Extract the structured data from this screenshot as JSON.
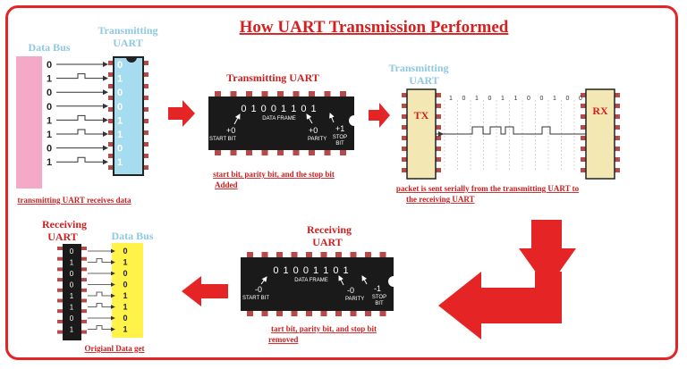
{
  "title": "How UART Transmission Performed",
  "colors": {
    "accent": "#e52525",
    "label_blue": "#8fc8e0",
    "bus_pink": "#f4a9c7",
    "chip_blue": "#a6dcef",
    "chip_yellow": "#fff34a",
    "chip_beige": "#f3e7b4"
  },
  "panel1": {
    "data_bus_label": "Data Bus",
    "uart_label_1": "Transmitting",
    "uart_label_2": "UART",
    "bits": [
      "0",
      "1",
      "0",
      "0",
      "1",
      "1",
      "0",
      "1"
    ],
    "caption": "transmitting UART receives data"
  },
  "panel2": {
    "uart_label": "Transmitting UART",
    "frame_bits": "0 1 0 0 1 1 0 1",
    "frame_label": "DATA FRAME",
    "start_value": "+0",
    "start_label": "START BIT",
    "parity_value": "+0",
    "parity_label": "PARITY",
    "stop_value": "+1",
    "stop_label_1": "STOP",
    "stop_label_2": "BIT",
    "caption_1": "start bit, parity bit, and the stop bit",
    "caption_2": "Added"
  },
  "panel3": {
    "uart_label_1": "Transmitting",
    "uart_label_2": "UART",
    "tx_label": "TX",
    "rx_label": "RX",
    "serial_bits": [
      "1",
      "0",
      "1",
      "0",
      "1",
      "1",
      "0",
      "0",
      "1",
      "0",
      "0"
    ],
    "caption_1": "packet is sent serially from the transmitting UART to",
    "caption_2": "the receiving UART"
  },
  "panel4": {
    "uart_label_1": "Receiving",
    "uart_label_2": "UART",
    "frame_bits": "0 1 0 0 1 1 0 1",
    "frame_label": "DATA FRAME",
    "start_value": "-0",
    "start_label": "START BIT",
    "parity_value": "-0",
    "parity_label": "PARITY",
    "stop_value": "-1",
    "stop_label_1": "STOP",
    "stop_label_2": "BIT",
    "caption_1": "tart bit, parity bit, and stop bit",
    "caption_2": "removed"
  },
  "panel5": {
    "uart_label_1": "Receiving",
    "uart_label_2": "UART",
    "data_bus_label": "Data Bus",
    "bits": [
      "0",
      "1",
      "0",
      "0",
      "1",
      "1",
      "0",
      "1"
    ],
    "caption": "Origianl Data get"
  }
}
